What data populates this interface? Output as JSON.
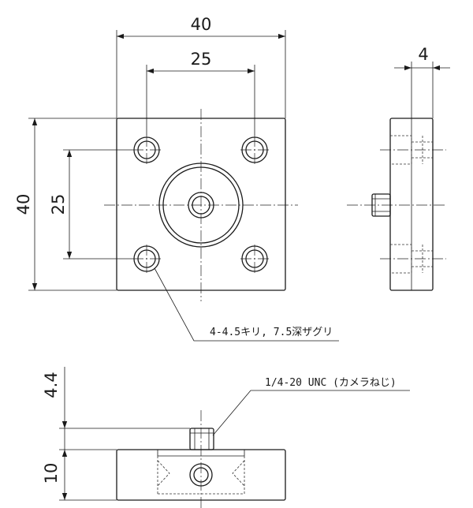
{
  "dimensions": {
    "width_top": "40",
    "hole_pitch_x": "25",
    "side_thickness": "4",
    "height_left": "40",
    "hole_pitch_y": "25",
    "screw_protrusion": "4.4",
    "plate_thickness": "10"
  },
  "notes": {
    "hole_callout": "4-4.5キリ, 7.5深ザグリ",
    "screw_callout": "1/4-20 UNC (カメラねじ)"
  }
}
